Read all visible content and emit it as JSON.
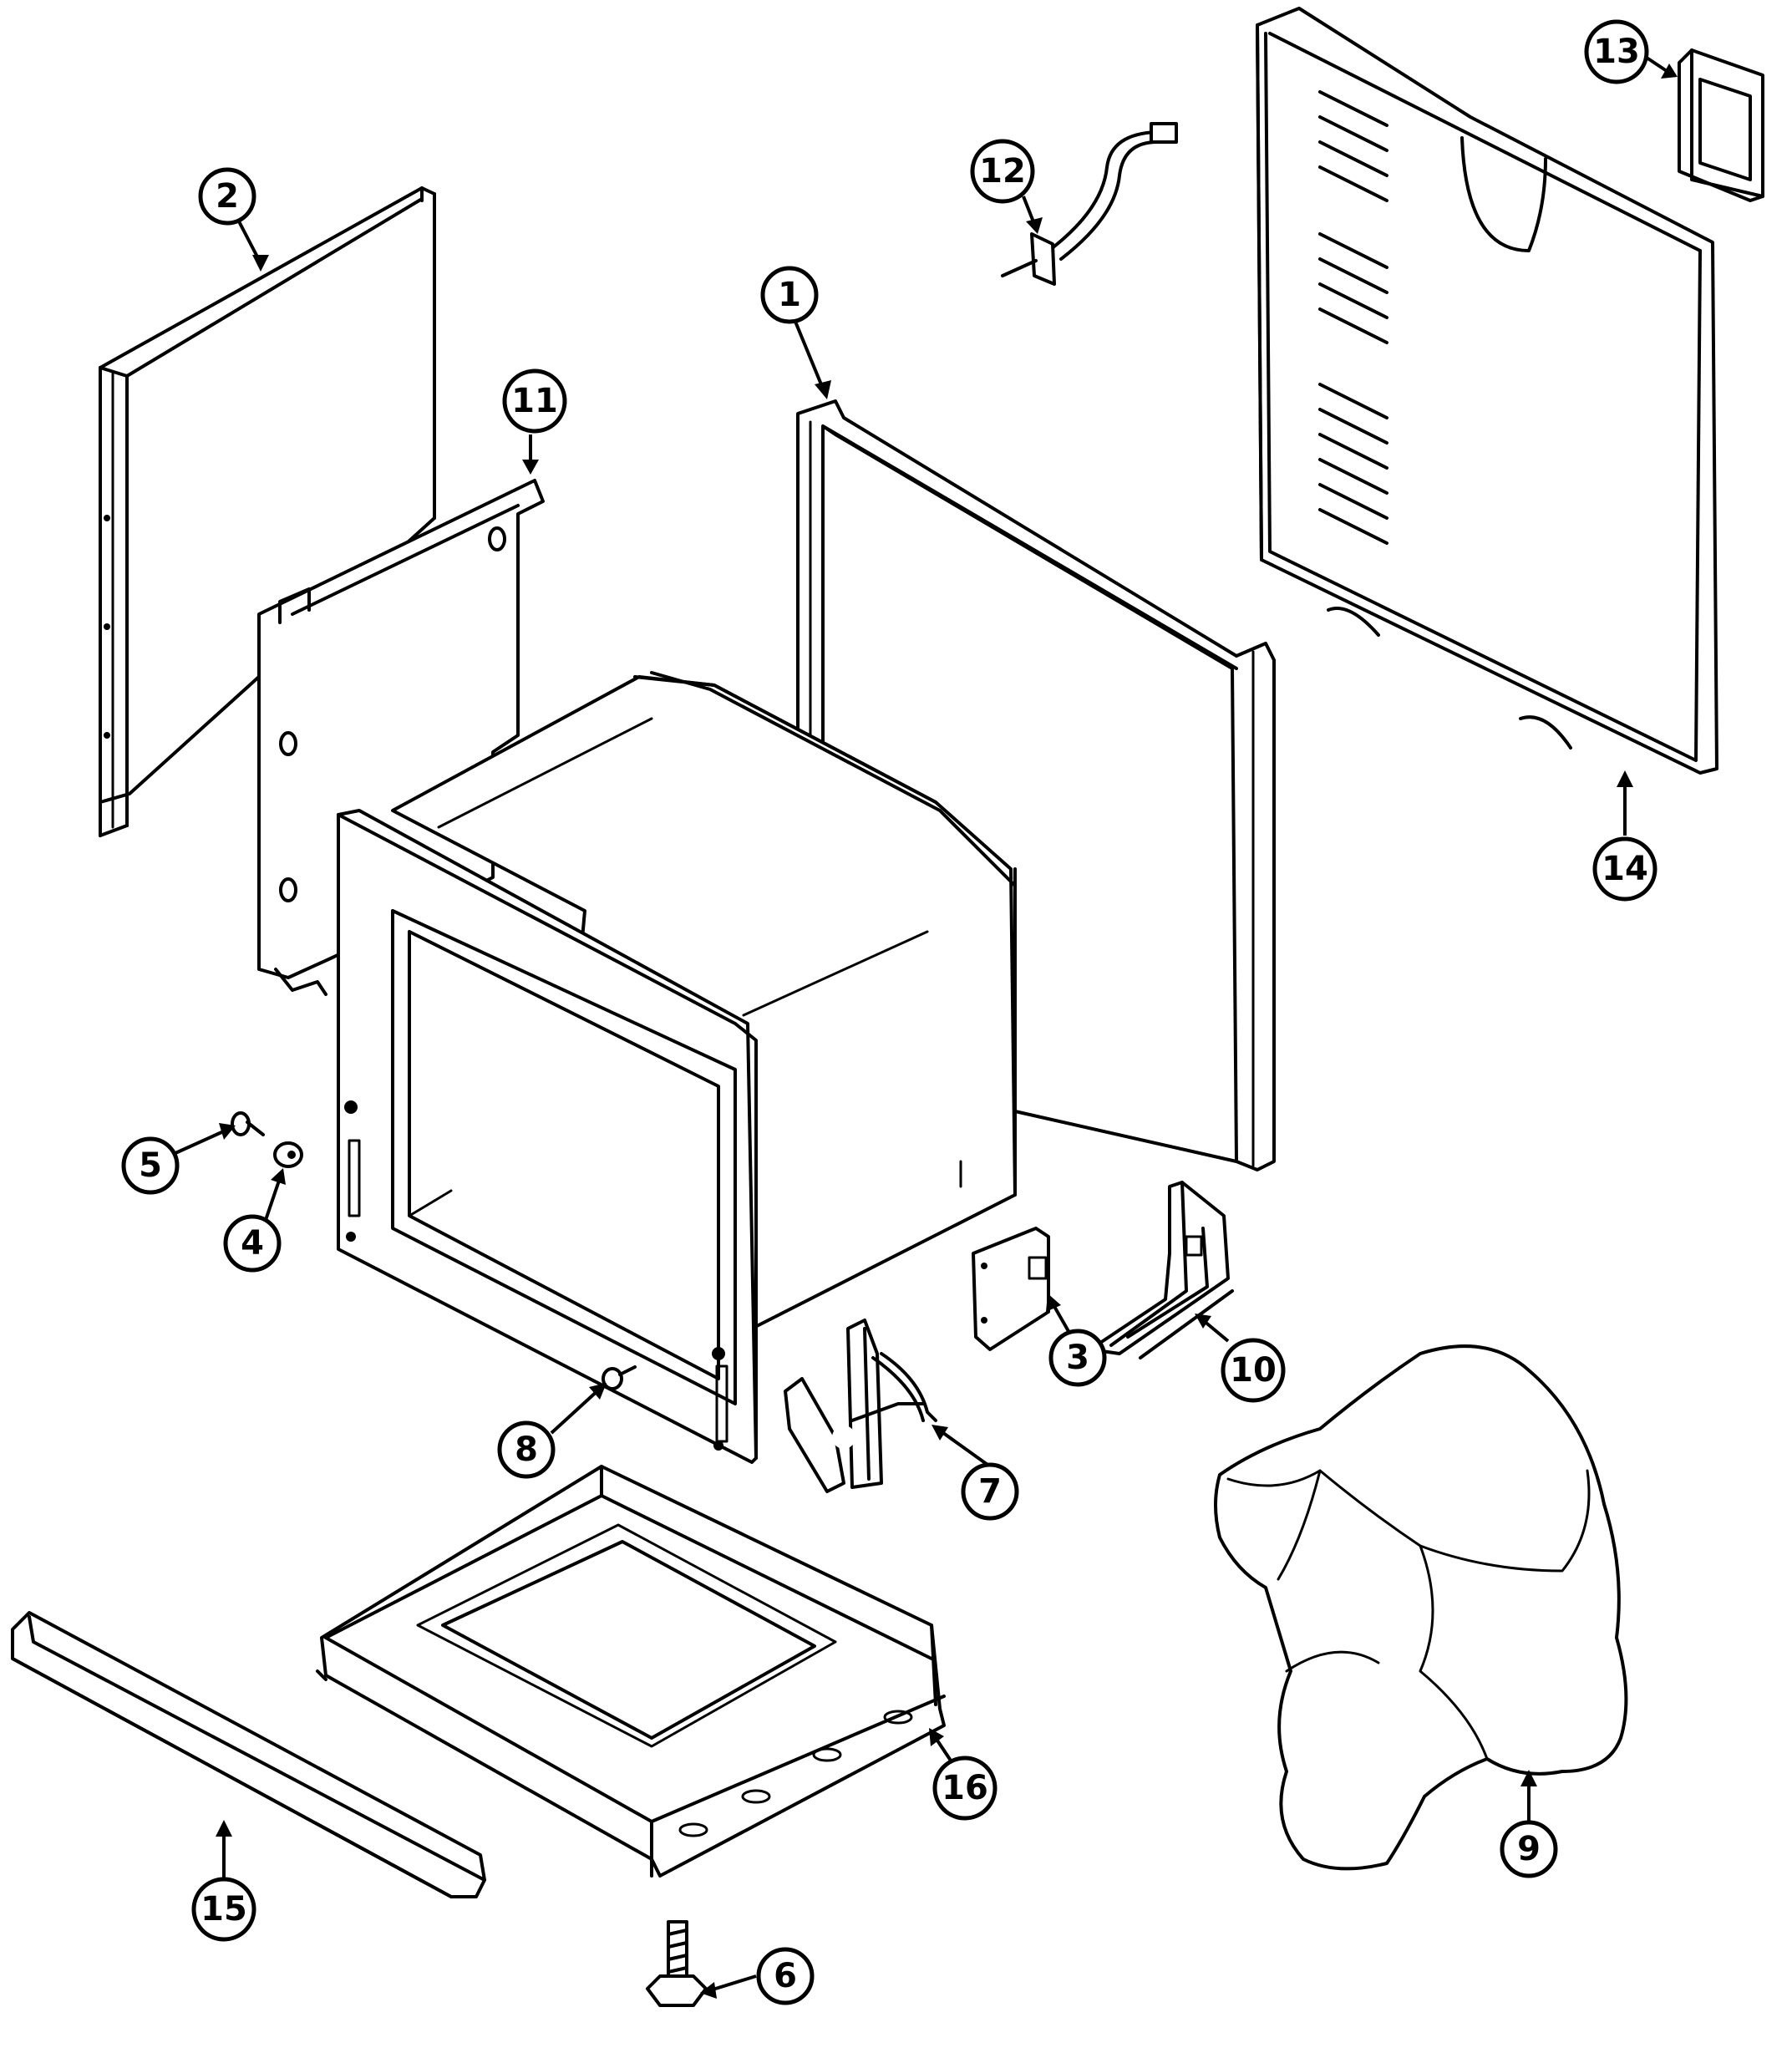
{
  "callouts": [
    {
      "id": "1",
      "label": "1",
      "part": "side-panel-right"
    },
    {
      "id": "2",
      "label": "2",
      "part": "side-panel-left"
    },
    {
      "id": "3",
      "label": "3",
      "part": "bracket-small"
    },
    {
      "id": "4",
      "label": "4",
      "part": "spacer"
    },
    {
      "id": "5",
      "label": "5",
      "part": "screw"
    },
    {
      "id": "6",
      "label": "6",
      "part": "leveling-leg"
    },
    {
      "id": "7",
      "label": "7",
      "part": "door-hinge"
    },
    {
      "id": "8",
      "label": "8",
      "part": "screw-front"
    },
    {
      "id": "9",
      "label": "9",
      "part": "insulation"
    },
    {
      "id": "10",
      "label": "10",
      "part": "hinge-bracket"
    },
    {
      "id": "11",
      "label": "11",
      "part": "inner-side-panel"
    },
    {
      "id": "12",
      "label": "12",
      "part": "sensor-wire"
    },
    {
      "id": "13",
      "label": "13",
      "part": "cover-plate"
    },
    {
      "id": "14",
      "label": "14",
      "part": "back-panel"
    },
    {
      "id": "15",
      "label": "15",
      "part": "front-trim"
    },
    {
      "id": "16",
      "label": "16",
      "part": "bottom-panel"
    }
  ]
}
